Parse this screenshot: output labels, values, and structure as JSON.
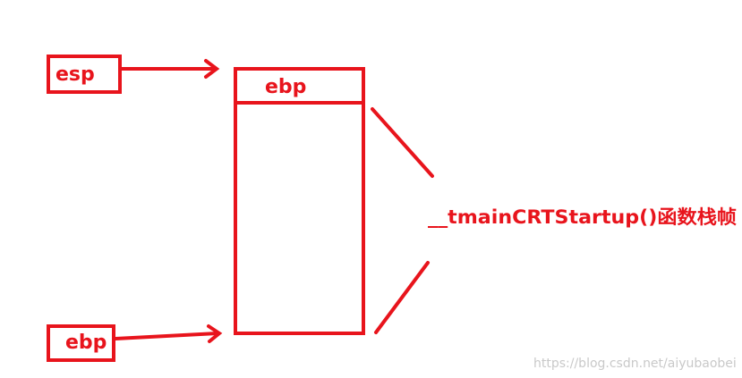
{
  "diagram": {
    "esp_label": "esp",
    "frame_top_label": "ebp",
    "ebp_label": "ebp",
    "frame_caption": "__tmainCRTStartup()函数栈帧"
  },
  "watermark": "https://blog.csdn.net/aiyubaobei",
  "colors": {
    "accent": "#e8141c",
    "watermark": "#c9c9c9",
    "background": "#ffffff"
  }
}
